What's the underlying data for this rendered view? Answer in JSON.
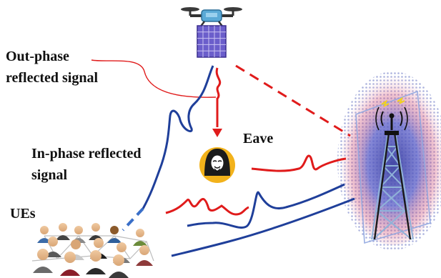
{
  "labels": {
    "out_phase": "Out-phase\nreflected signal",
    "in_phase": "In-phase reflected\nsignal",
    "eave": "Eave",
    "ues": "UEs"
  },
  "colors": {
    "in_phase_signal": "#1f3f9a",
    "out_phase_signal": "#e01b1b",
    "ris_panel": "#6b5ecb",
    "drone_body": "#5aa9d6",
    "eave_badge": "#f2b21b",
    "tower": "#1a1a1a"
  },
  "icons": {
    "drone": "drone-ris-icon",
    "eave": "hacker-icon",
    "tower": "base-station-tower-icon",
    "users": "user-group-icon"
  }
}
